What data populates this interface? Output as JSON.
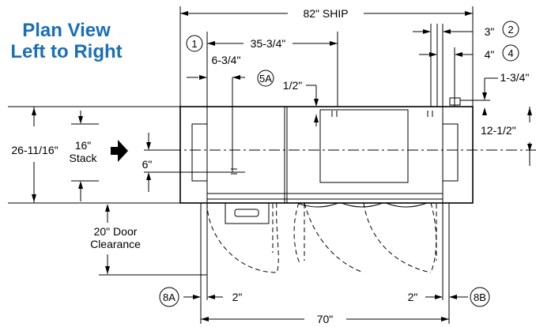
{
  "title": {
    "line1": "Plan View",
    "line2": "Left to Right"
  },
  "dimensions": {
    "overall_ship": "82\" SHIP",
    "d_35_3_4": "35-3/4\"",
    "d_6_3_4": "6-3/4\"",
    "d_1_2": "1/2\"",
    "d_3": "3\"",
    "d_4": "4\"",
    "d_1_3_4": "1-3/4\"",
    "d_12_1_2": "12-1/2\"",
    "depth": "26-11/16\"",
    "stack_value": "16\"",
    "stack_label": "Stack",
    "d_6": "6\"",
    "door_clearance_value": "20\" Door",
    "door_clearance_label": "Clearance",
    "left_2": "2\"",
    "right_2": "2\"",
    "width_70": "70\""
  },
  "callouts": {
    "c1": "1",
    "c2": "2",
    "c4": "4",
    "c5a": "5A",
    "c8a": "8A",
    "c8b": "8B"
  }
}
